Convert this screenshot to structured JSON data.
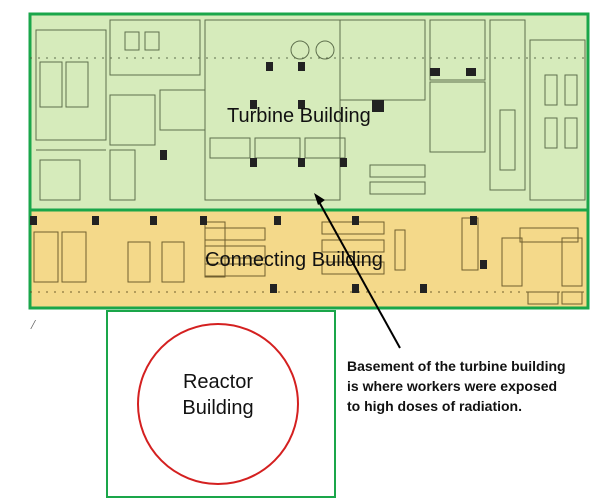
{
  "labels": {
    "turbine_building": "Turbine Building",
    "connecting_building": "Connecting Building",
    "reactor_building": "Reactor",
    "reactor_building_line2": "Building"
  },
  "annotation": {
    "lines": [
      "Basement of the turbine building",
      "is where workers were exposed",
      "to high doses of radiation."
    ]
  },
  "colors": {
    "turbine_fill": "#d6ebbb",
    "turbine_border": "#1aa64a",
    "connecting_fill": "#f4d98a",
    "connecting_border": "#1aa64a",
    "reactor_circle": "#d42020",
    "arrow": "#000000"
  }
}
